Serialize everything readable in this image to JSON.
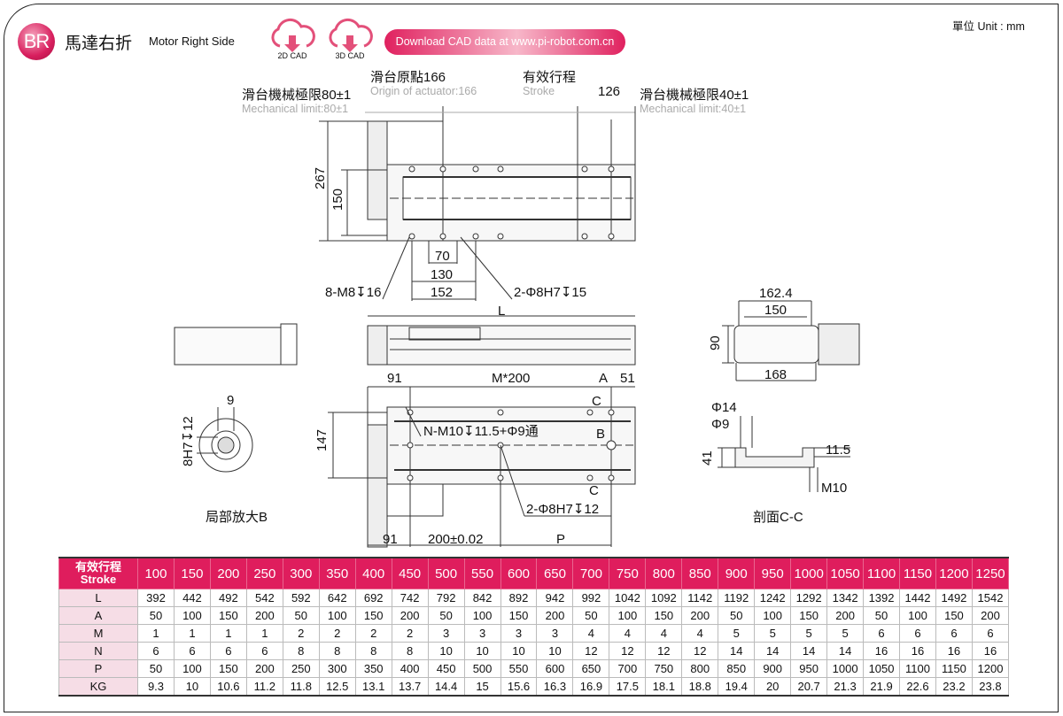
{
  "header": {
    "badge": "BR",
    "title_cn": "馬達右折",
    "title_en": "Motor Right Side",
    "cad_2d": "2D CAD",
    "cad_3d": "3D CAD",
    "download": "Download CAD data at www.pi-robot.com.cn",
    "unit": "單位 Unit : mm",
    "accent": "#df1d5d"
  },
  "drawing": {
    "origin_cn": "滑台原點166",
    "origin_en": "Origin of actuator:166",
    "stroke_cn": "有效行程",
    "stroke_en": "Stroke",
    "dim_126": "126",
    "limit_left_cn": "滑台機械極限80±1",
    "limit_left_en": "Mechanical limit:80±1",
    "limit_right_cn": "滑台機械極限40±1",
    "limit_right_en": "Mechanical limit:40±1",
    "dim_267": "267",
    "dim_150": "150",
    "dim_70": "70",
    "dim_130": "130",
    "dim_152": "152",
    "holes_m8": "8-M8↧16",
    "pins_top": "2-Φ8H7↧15",
    "dim_L": "L",
    "dim_162_4": "162.4",
    "dim_150_end": "150",
    "dim_90": "90",
    "dim_168": "168",
    "dim_91_top": "91",
    "dim_m200": "M*200",
    "dim_A": "A",
    "dim_51": "51",
    "section_c_top": "C",
    "holes_m10": "N-M10↧11.5+Φ9通",
    "detail_b_mark": "B",
    "dim_147": "147",
    "section_c_bottom": "C",
    "pins_bottom": "2-Φ8H7↧12",
    "dim_91_bottom": "91",
    "dim_200": "200±0.02",
    "dim_P": "P",
    "detail_9": "9",
    "detail_8h7": "8H7↧12",
    "detail_title": "局部放大B",
    "sec_phi14": "Φ14",
    "sec_phi9": "Φ9",
    "sec_11_5": "11.5",
    "sec_41": "41",
    "sec_m10": "M10",
    "section_title": "剖面C-C"
  },
  "table": {
    "header_cn": "有效行程",
    "header_en": "Stroke",
    "strokes": [
      "100",
      "150",
      "200",
      "250",
      "300",
      "350",
      "400",
      "450",
      "500",
      "550",
      "600",
      "650",
      "700",
      "750",
      "800",
      "850",
      "900",
      "950",
      "1000",
      "1050",
      "1100",
      "1150",
      "1200",
      "1250"
    ],
    "rows": [
      {
        "label": "L",
        "values": [
          "392",
          "442",
          "492",
          "542",
          "592",
          "642",
          "692",
          "742",
          "792",
          "842",
          "892",
          "942",
          "992",
          "1042",
          "1092",
          "1142",
          "1192",
          "1242",
          "1292",
          "1342",
          "1392",
          "1442",
          "1492",
          "1542"
        ]
      },
      {
        "label": "A",
        "values": [
          "50",
          "100",
          "150",
          "200",
          "50",
          "100",
          "150",
          "200",
          "50",
          "100",
          "150",
          "200",
          "50",
          "100",
          "150",
          "200",
          "50",
          "100",
          "150",
          "200",
          "50",
          "100",
          "150",
          "200"
        ]
      },
      {
        "label": "M",
        "values": [
          "1",
          "1",
          "1",
          "1",
          "2",
          "2",
          "2",
          "2",
          "3",
          "3",
          "3",
          "3",
          "4",
          "4",
          "4",
          "4",
          "5",
          "5",
          "5",
          "5",
          "6",
          "6",
          "6",
          "6"
        ]
      },
      {
        "label": "N",
        "values": [
          "6",
          "6",
          "6",
          "6",
          "8",
          "8",
          "8",
          "8",
          "10",
          "10",
          "10",
          "10",
          "12",
          "12",
          "12",
          "12",
          "14",
          "14",
          "14",
          "14",
          "16",
          "16",
          "16",
          "16"
        ]
      },
      {
        "label": "P",
        "values": [
          "50",
          "100",
          "150",
          "200",
          "250",
          "300",
          "350",
          "400",
          "450",
          "500",
          "550",
          "600",
          "650",
          "700",
          "750",
          "800",
          "850",
          "900",
          "950",
          "1000",
          "1050",
          "1100",
          "1150",
          "1200"
        ]
      },
      {
        "label": "KG",
        "values": [
          "9.3",
          "10",
          "10.6",
          "11.2",
          "11.8",
          "12.5",
          "13.1",
          "13.7",
          "14.4",
          "15",
          "15.6",
          "16.3",
          "16.9",
          "17.5",
          "18.1",
          "18.8",
          "19.4",
          "20",
          "20.7",
          "21.3",
          "21.9",
          "22.6",
          "23.2",
          "23.8"
        ]
      }
    ]
  }
}
